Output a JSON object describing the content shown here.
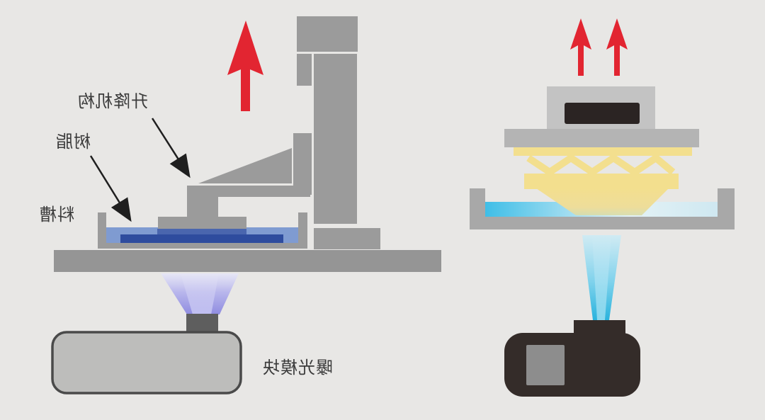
{
  "labels": {
    "lift_mechanism": "升降机构",
    "resin": "树脂",
    "resin_vat": "料槽",
    "exposure_module": "曝光模块"
  },
  "icons": {
    "up-arrow-icon": "red upward motion arrow (build platform / part lifting direction)"
  },
  "colors": {
    "background": "#e8e7e5",
    "accent-red": "#e22531",
    "machine-gray": "#9b9b9b",
    "table-gray": "#959595",
    "module-body": "#bdbdbb",
    "module-border": "#4a4a4a",
    "nozzle-gray": "#5e5e5e",
    "resin-light": "#7f9bd1",
    "resin-mid": "#4a66ae",
    "resin-dark": "#2e4c9e",
    "carrier-gray": "#c3c3c3",
    "plate-gray": "#b4b4b4",
    "vat-gray": "#a8a8a8",
    "cured-yellow": "#f3df8e",
    "light-cyan": "#29b3dd",
    "light-purple": "#8f8ce0",
    "projector-black": "#342c29",
    "lens-gray": "#8d8d8d",
    "inset-black": "#2b2423",
    "label-text": "#3b3b3b",
    "annotation-line": "#1f1f1f"
  }
}
